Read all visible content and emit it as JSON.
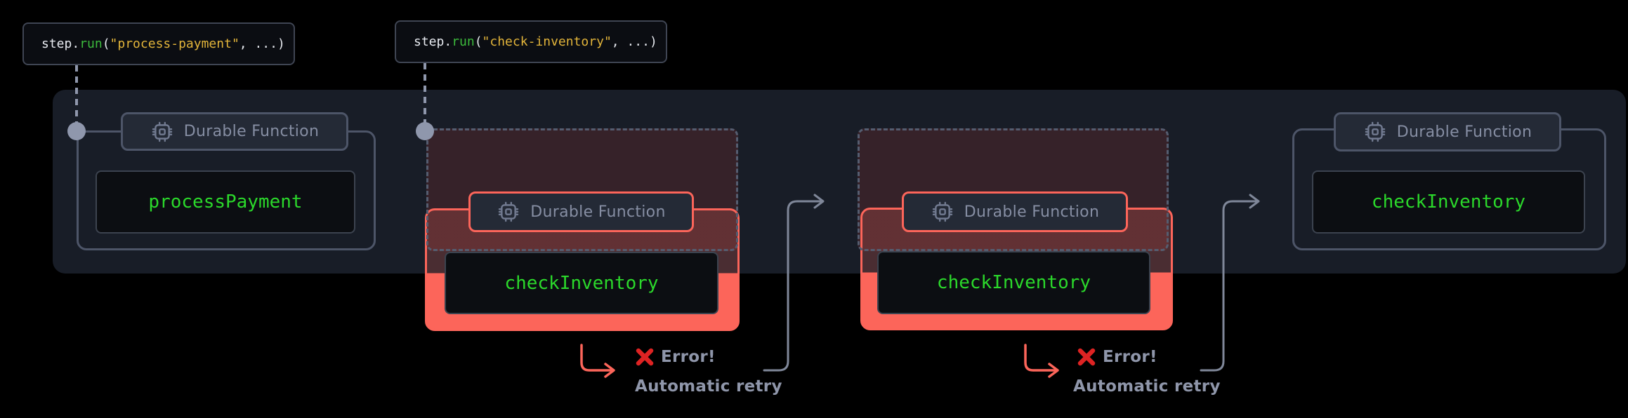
{
  "diagram": {
    "code_snippets": [
      {
        "obj": "step.",
        "fn": "run",
        "open": "(",
        "arg": "\"process-payment\"",
        "close": ", ...)"
      },
      {
        "obj": "step.",
        "fn": "run",
        "open": "(",
        "arg": "\"check-inventory\"",
        "close": ", ...)"
      }
    ],
    "functions": [
      {
        "badge": "Durable Function",
        "name": "processPayment",
        "state": "success"
      },
      {
        "badge": "Durable Function",
        "name": "checkInventory",
        "state": "failed-attempt"
      },
      {
        "badge": "Durable Function",
        "name": "checkInventory",
        "state": "failed-attempt"
      },
      {
        "badge": "Durable Function",
        "name": "checkInventory",
        "state": "success"
      }
    ],
    "annotations": [
      {
        "error": "Error!",
        "retry": "Automatic retry"
      },
      {
        "error": "Error!",
        "retry": "Automatic retry"
      }
    ],
    "colors": {
      "background": "#000000",
      "panel": "#181d27",
      "card_border": "#4d5568",
      "badge_bg": "#242a36",
      "badge_text": "#868ea3",
      "error_red": "#fc655a",
      "x_red": "#de2323",
      "function_green": "#2bd82b",
      "keyword_green": "#3cba3c",
      "string_yellow": "#e2b43a",
      "code_text": "#e8ebf1",
      "muted_gray": "#8f97ac",
      "arrow_gray": "#7f8799"
    }
  }
}
